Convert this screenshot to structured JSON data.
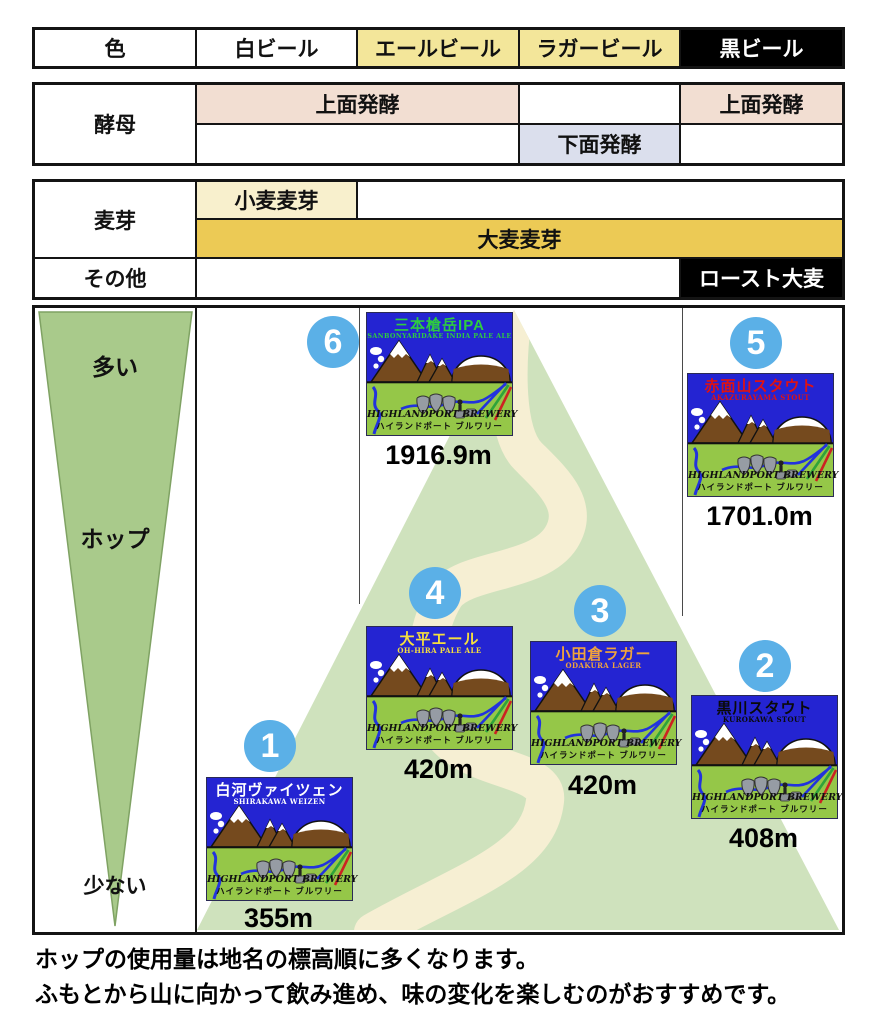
{
  "color_row": {
    "header": "色",
    "cells": [
      {
        "label": "白ビール"
      },
      {
        "label": "エールビール"
      },
      {
        "label": "ラガービール"
      },
      {
        "label": "黒ビール"
      }
    ]
  },
  "yeast_rows": {
    "header": "酵母",
    "top_left": "上面発酵",
    "top_right": "上面発酵",
    "bottom_mid": "下面発酵"
  },
  "malt_rows": {
    "header": "麦芽",
    "wheat": "小麦麦芽",
    "barley": "大麦麦芽",
    "other_header": "その他",
    "roasted": "ロースト大麦"
  },
  "hop_axis": {
    "more": "多い",
    "label": "ホップ",
    "less": "少ない"
  },
  "beers": [
    {
      "number": "1",
      "name": "白河ヴァイツェン",
      "name_en": "SHIRAKAWA WEIZEN",
      "elevation": "355m",
      "title_color": "#ffffff"
    },
    {
      "number": "2",
      "name": "黒川スタウト",
      "name_en": "KUROKAWA STOUT",
      "elevation": "408m",
      "title_color": "#0a0a0a"
    },
    {
      "number": "3",
      "name": "小田倉ラガー",
      "name_en": "ODAKURA LAGER",
      "elevation": "420m",
      "title_color": "#f0a43c"
    },
    {
      "number": "4",
      "name": "大平エール",
      "name_en": "OH-HIRA PALE ALE",
      "elevation": "420m",
      "title_color": "#f6df3e"
    },
    {
      "number": "5",
      "name": "赤面山スタウト",
      "name_en": "AKAZURAYAMA STOUT",
      "elevation": "1701.0m",
      "title_color": "#e01212"
    },
    {
      "number": "6",
      "name": "三本槍岳IPA",
      "name_en": "SANBONYARIDAKE INDIA PALE ALE",
      "elevation": "1916.9m",
      "title_color": "#2ecc40"
    }
  ],
  "brewery": {
    "name_en": "HIGHLANDPORT BREWERY",
    "name_jp": "ハイランドポート ブルワリー"
  },
  "footer": {
    "line1": "ホップの使用量は地名の標高順に多くなります。",
    "line2": "ふもとから山に向かって飲み進め、味の変化を楽しむのがおすすめです。"
  },
  "colors": {
    "ale_lager_cell_bg": "#f3e69a",
    "black_beer_cell_bg": "#000000",
    "top_fermentation_bg": "#f2ded2",
    "bottom_fermentation_bg": "#dbdfed",
    "wheat_malt_bg": "#f8f0cd",
    "barley_malt_bg": "#ecca55",
    "roasted_barley_bg": "#000000",
    "hop_triangle_green": "#a9ca8b",
    "mountain_green": "#cfe2bd",
    "trail_cream": "#f6efd3",
    "number_badge_blue": "#5bb0e7",
    "label_sky_blue": "#2424d2",
    "label_field_green": "#95c748"
  }
}
